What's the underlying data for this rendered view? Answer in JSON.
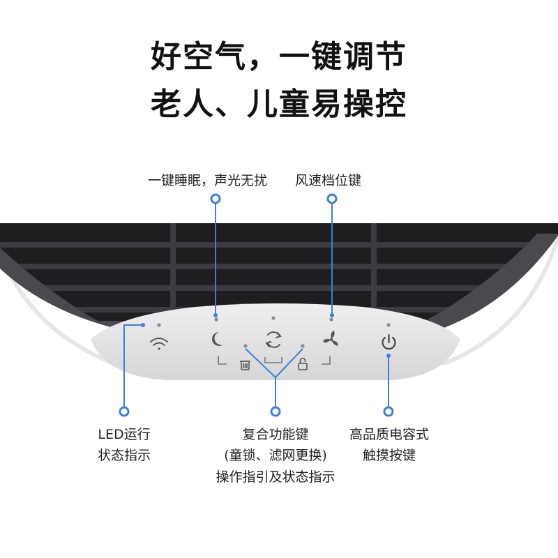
{
  "headline": {
    "line1": "好空气，一键调节",
    "line2": "老人、儿童易操控"
  },
  "labels": {
    "sleep_key": "一键睡眠，声光无扰",
    "fan_speed_key": "风速档位键",
    "led": {
      "line1": "LED运行",
      "line2": "状态指示"
    },
    "combo_key": {
      "line1": "复合功能键",
      "line2": "(童锁、滤网更换)",
      "line3": "操作指引及状态指示"
    },
    "power_key": {
      "line1": "高品质电容式",
      "line2": "触摸按键"
    }
  },
  "icons": {
    "wifi": "wifi-icon",
    "sleep": "moon-icon",
    "cycle": "refresh-icon",
    "fan": "fan-icon",
    "filter": "filter-icon",
    "lock": "lock-icon",
    "power": "power-icon"
  },
  "colors": {
    "accent": "#3b7fd6",
    "device_frame": "#4a4a4e",
    "grille_dark": "#1e1e20",
    "slat": "#3c3c40",
    "panel": "#e9e9eb"
  }
}
